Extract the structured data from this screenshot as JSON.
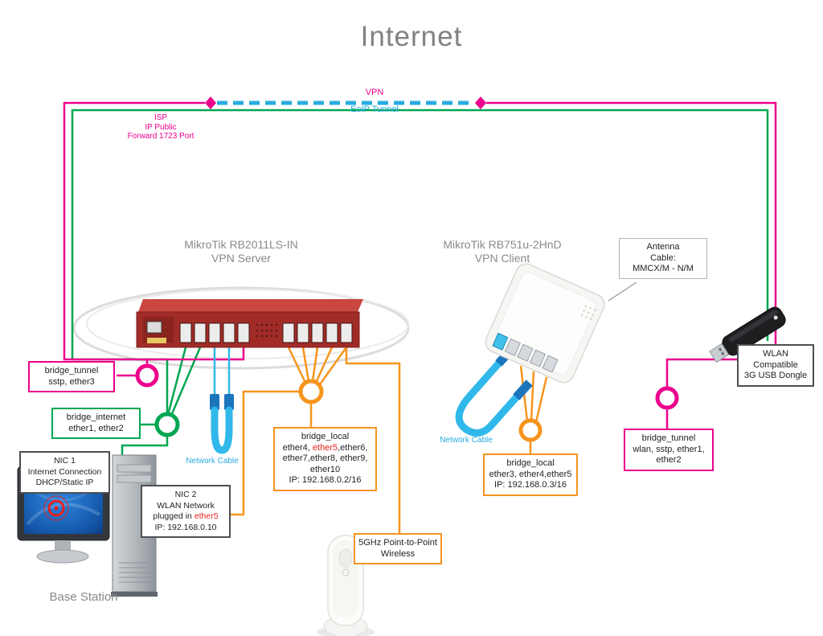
{
  "title": "Internet",
  "colors": {
    "magenta": "#ec008c",
    "green": "#00a651",
    "cyan": "#29abe2",
    "orange": "#f7941d",
    "red_highlight": "#e8211d",
    "gray_text": "#87898c"
  },
  "labels": {
    "vpn": "VPN",
    "tunnel": "EoIP Tunnel",
    "isp1": "ISP",
    "isp2": "IP Public",
    "isp3": "Forward 1723 Port",
    "network_cable_left": "Network Cable",
    "network_cable_right": "Network Cable",
    "base_station": "Base Station"
  },
  "devices": {
    "vpn_server_name": "MikroTik RB2011LS-IN",
    "vpn_server_role": "VPN Server",
    "vpn_client_name": "MikroTik RB751u-2HnD",
    "vpn_client_role": "VPN Client"
  },
  "boxes": {
    "bridge_tunnel_left": {
      "l1": "bridge_tunnel",
      "l2": "sstp, ether3"
    },
    "bridge_internet": {
      "l1": "bridge_internet",
      "l2": "ether1, ether2"
    },
    "nic1": {
      "l1": "NIC 1",
      "l2": "Internet Connection",
      "l3": "DHCP/Static IP"
    },
    "nic2": {
      "l1": "NIC 2",
      "l2": "WLAN Network",
      "l3_pre": "plugged in ",
      "l3_red": "ether5",
      "l4": "IP: 192.168.0.10"
    },
    "bridge_local_left": {
      "l1": "bridge_local",
      "l2_pre": "ether4, ",
      "l2_red": "ether5",
      "l2_post": ",ether6,",
      "l3": "ether7,ether8, ether9,",
      "l4": "ether10",
      "l5": "IP: 192.168.0.2/16"
    },
    "wireless_5ghz": {
      "l1": "5GHz Point-to-Point",
      "l2": "Wireless"
    },
    "bridge_local_right": {
      "l1": "bridge_local",
      "l2": "ether3, ether4,ether5",
      "l3": "IP: 192.168.0.3/16"
    },
    "bridge_tunnel_right": {
      "l1": "bridge_tunnel",
      "l2": "wlan, sstp, ether1,",
      "l3": "ether2"
    },
    "antenna_cable": {
      "l1": "Antenna",
      "l2": "Cable:",
      "l3": "MMCX/M - N/M"
    },
    "wlan_dongle": {
      "l1": "WLAN",
      "l2": "Compatible",
      "l3": "3G USB Dongle"
    }
  }
}
